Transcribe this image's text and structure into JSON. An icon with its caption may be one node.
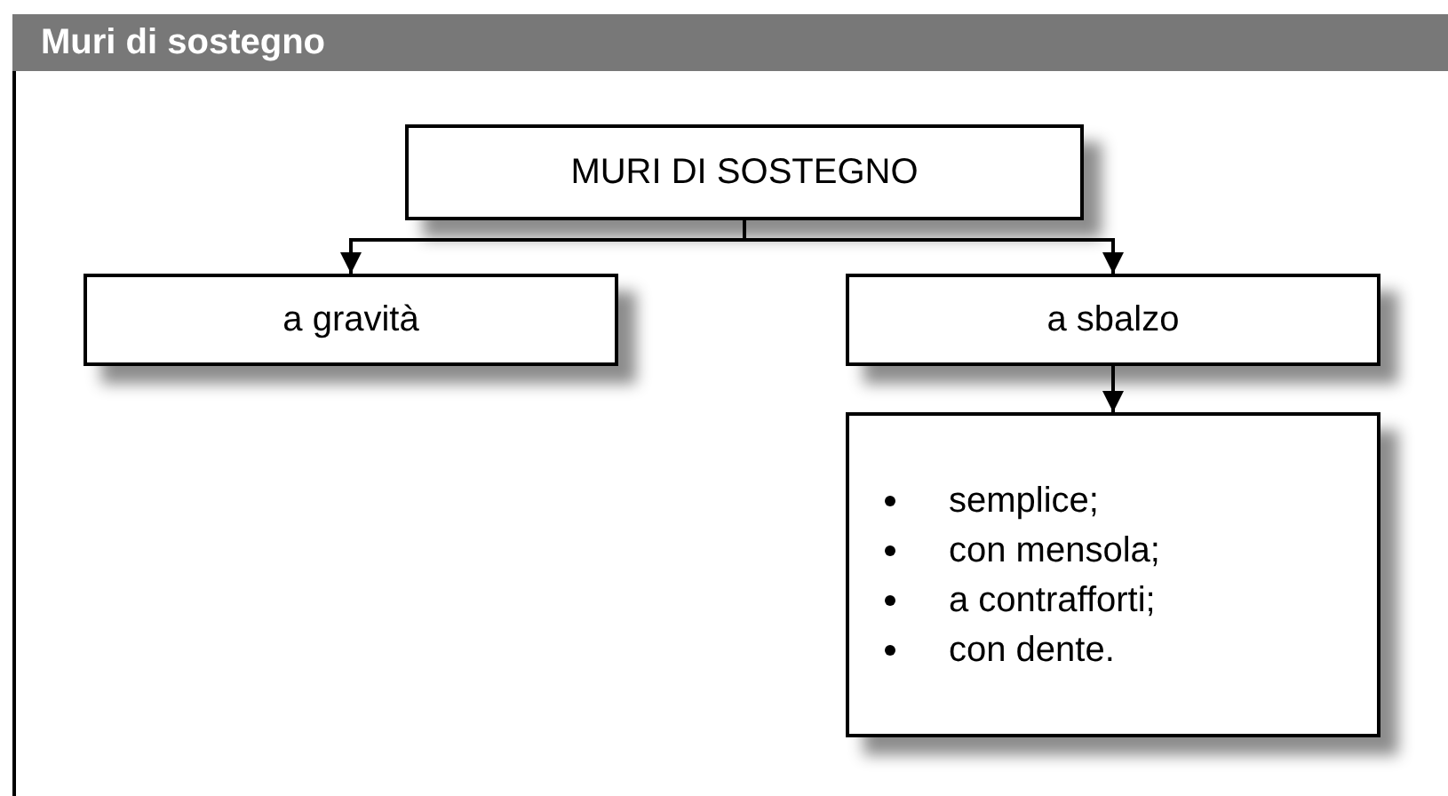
{
  "diagram": {
    "title": "Muri di sostegno",
    "nodes": [
      {
        "text": [
          "MURI DI SOSTEGNO"
        ]
      },
      {
        "text": [
          "a gravità"
        ]
      },
      {
        "text": [
          "a sbalzo"
        ]
      },
      {
        "text": [
          "semplice;",
          "con mensola;",
          "a contrafforti;",
          "con dente."
        ]
      }
    ],
    "edges": [
      {
        "from": 0,
        "to": 1,
        "arrow": "to"
      },
      {
        "from": 0,
        "to": 2,
        "arrow": "to"
      },
      {
        "from": 2,
        "to": 3,
        "arrow": "to"
      }
    ]
  }
}
